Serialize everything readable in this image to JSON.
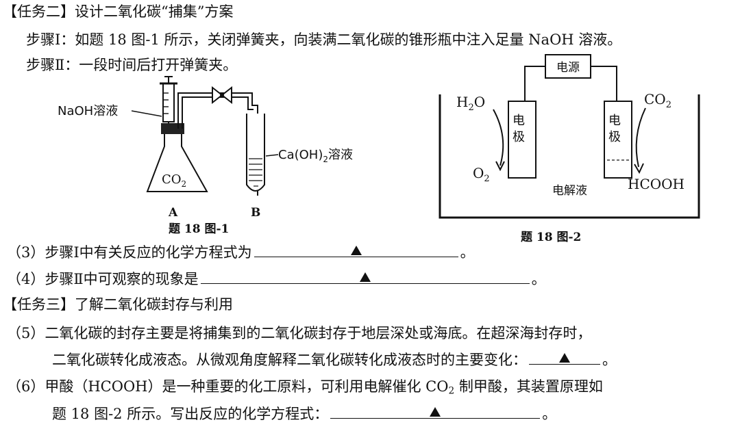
{
  "task2": {
    "title": "【任务二】设计二氧化碳“捕集”方案",
    "step1": "步骤Ⅰ：如题 18 图-1 所示，关闭弹簧夹，向装满二氧化碳的锥形瓶中注入足量 NaOH 溶液。",
    "step2": "步骤Ⅱ：一段时间后打开弹簧夹。"
  },
  "fig1": {
    "naoh": "NaOH溶液",
    "co2": "CO",
    "co2_sub": "2",
    "caoh_a": "Ca(OH)",
    "caoh_sub": "2",
    "caoh_b": "溶液",
    "label_a": "A",
    "label_b": "B",
    "caption": "题 18 图-1"
  },
  "fig2": {
    "power": "电源",
    "h2o_a": "H",
    "h2o_sub": "2",
    "h2o_b": "O",
    "o2_a": "O",
    "o2_sub": "2",
    "co2_a": "CO",
    "co2_sub": "2",
    "hcooh": "HCOOH",
    "elec_top": "电",
    "elec_bot": "极",
    "electrolyte": "电解液",
    "caption": "题 18 图-2"
  },
  "q3": {
    "text": "（3）步骤Ⅰ中有关反应的化学方程式为",
    "end": "。"
  },
  "q4": {
    "text": "（4）步骤Ⅱ中可观察的现象是",
    "end": "。"
  },
  "task3": {
    "title": "【任务三】了解二氧化碳封存与利用"
  },
  "q5": {
    "line1": "（5）二氧化碳的封存主要是将捕集到的二氧化碳封存于地层深处或海底。在超深海封存时，",
    "line2": "二氧化碳转化成液态。从微观角度解释二氧化碳转化成液态时的主要变化：",
    "end": "。"
  },
  "q6": {
    "line1a": "（6）甲酸（HCOOH）是一种重要的化工原料，可利用电解催化 CO",
    "line1_sub": "2",
    "line1b": " 制甲酸，其装置原理如",
    "line2": "题 18 图-2 所示。写出反应的化学方程式：",
    "end": "。"
  }
}
